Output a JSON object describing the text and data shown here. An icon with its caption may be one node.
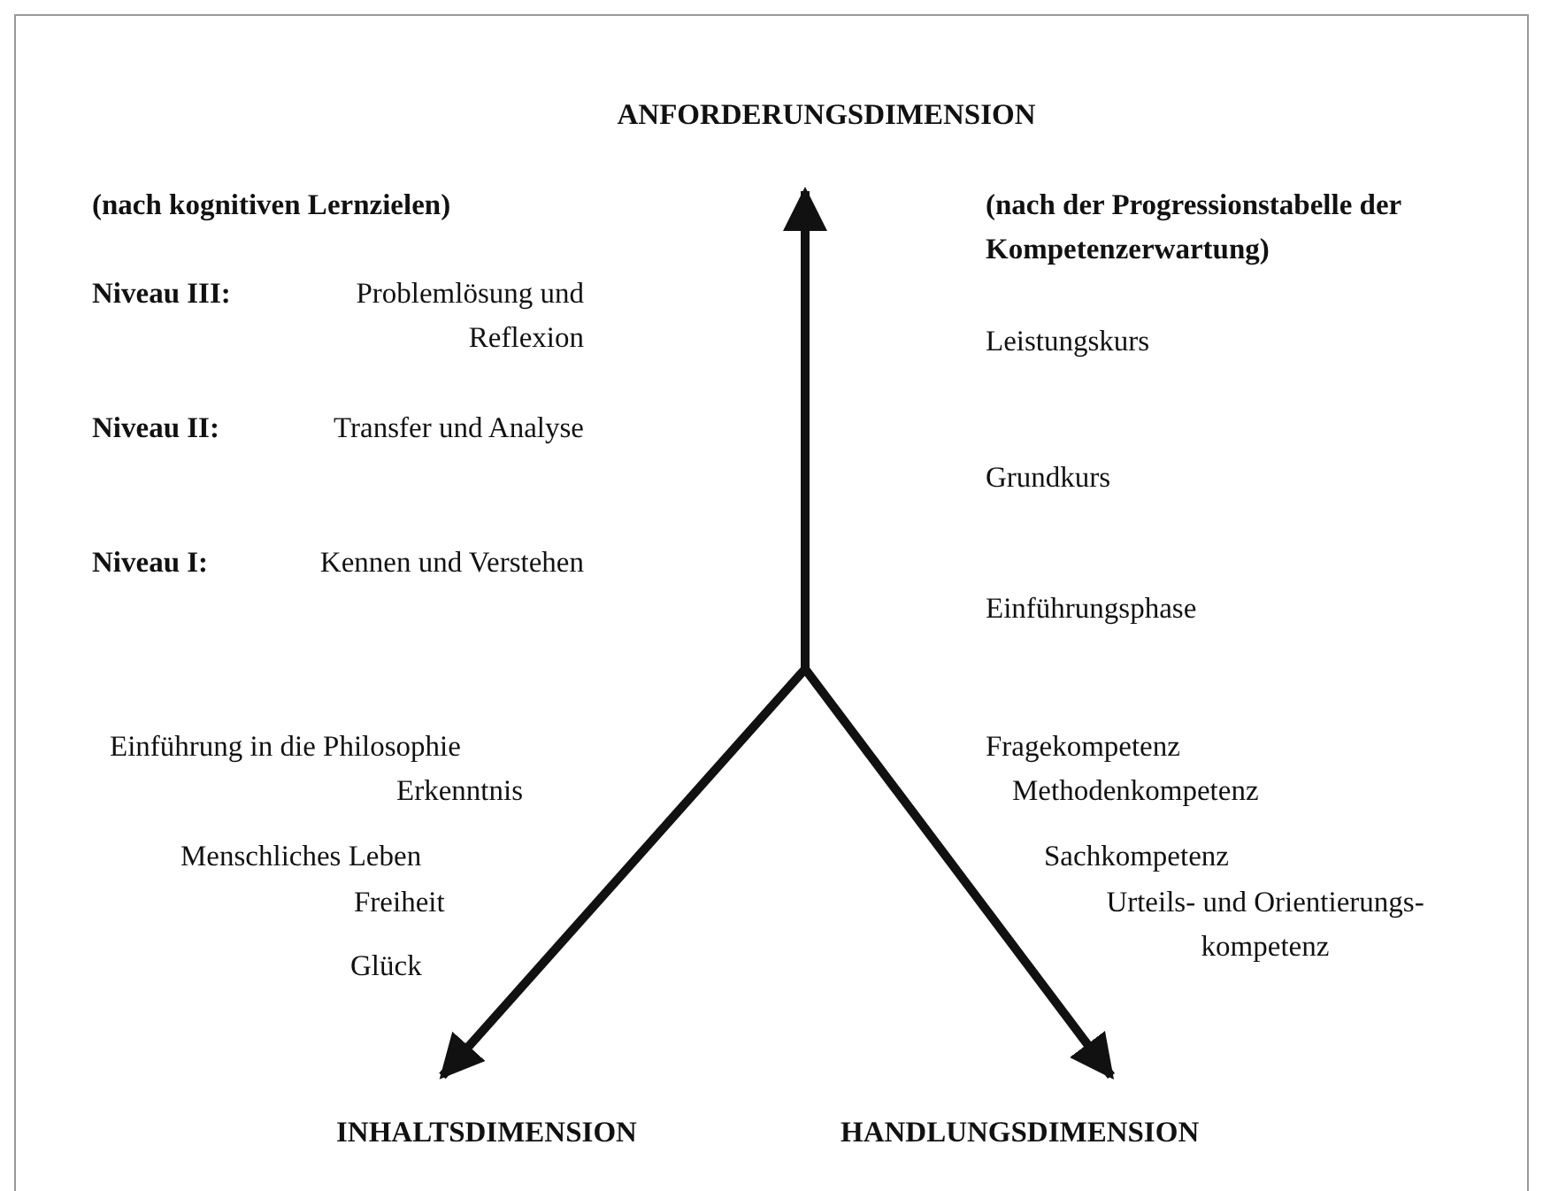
{
  "diagram": {
    "labels": [
      "ANFORDERUNGSDIMENSION",
      "(nach kognitiven Lernzielen)",
      "(nach der Progressionstabelle der Kompetenzerwartung)",
      "Niveau III:",
      "Problemlösung und Reflexion",
      "Leistungskurs",
      "Niveau II:",
      "Transfer und Analyse",
      "Grundkurs",
      "Niveau I:",
      "Kennen und Verstehen",
      "Einführungsphase",
      "Einführung in die Philosophie",
      "Fragekompetenz",
      "Erkenntnis",
      "Methodenkompetenz",
      "Menschliches Leben",
      "Sachkompetenz",
      "Freiheit",
      "Urteils- und Orientierungs- kompetenz",
      "Glück",
      "INHALTSDIMENSION",
      "HANDLUNGSDIMENSION"
    ]
  }
}
